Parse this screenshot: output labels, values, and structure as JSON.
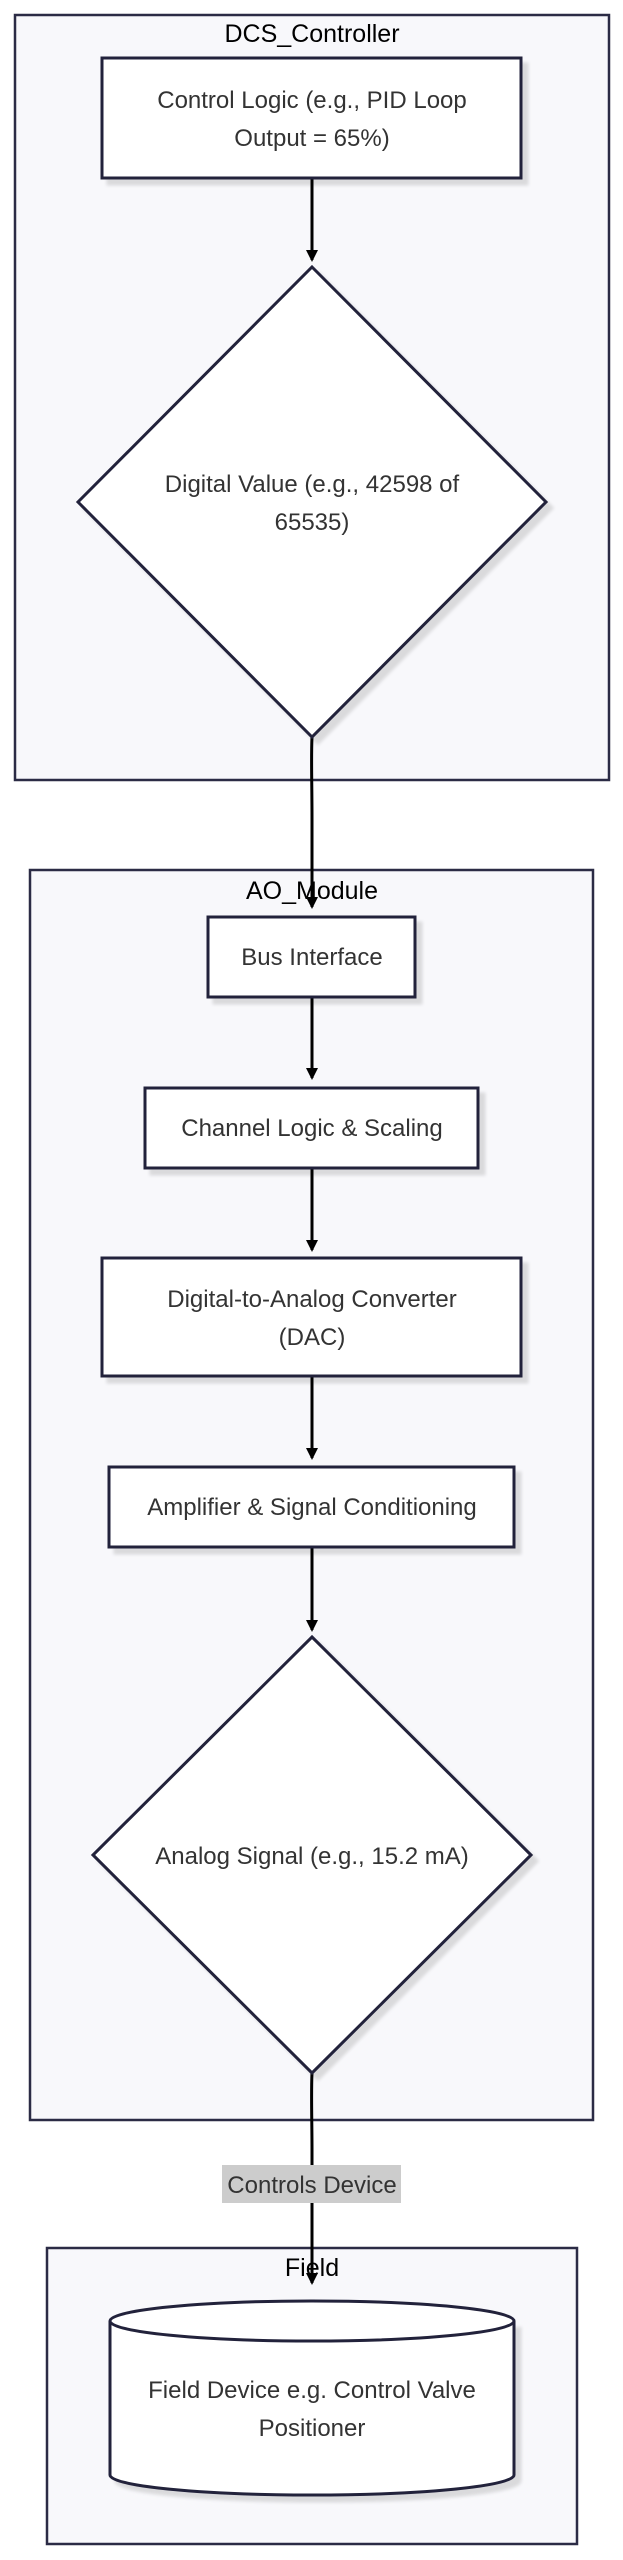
{
  "diagram": {
    "clusters": {
      "dcs": {
        "label": "DCS_Controller"
      },
      "ao": {
        "label": "AO_Module"
      },
      "field": {
        "label": "Field"
      }
    },
    "nodes": {
      "control_logic": {
        "line1": "Control Logic (e.g., PID Loop",
        "line2": "Output = 65%)"
      },
      "digital_value": {
        "line1": "Digital Value (e.g., 42598 of",
        "line2": "65535)"
      },
      "bus_interface": {
        "label": "Bus Interface"
      },
      "channel_logic": {
        "label": "Channel Logic & Scaling"
      },
      "dac": {
        "line1": "Digital-to-Analog Converter",
        "line2": "(DAC)"
      },
      "amplifier": {
        "label": "Amplifier & Signal Conditioning"
      },
      "analog_signal": {
        "label": "Analog Signal (e.g., 15.2 mA)"
      },
      "field_device": {
        "line1": "Field Device e.g. Control Valve",
        "line2": "Positioner"
      }
    },
    "edges": {
      "controls_device": {
        "label": "Controls Device"
      }
    },
    "colors": {
      "cluster_fill": "#f8f8fb",
      "cluster_stroke": "#2b2b45",
      "node_fill": "#ffffff",
      "node_stroke": "#22223b",
      "edge": "#000000",
      "edge_label_bg": "#cccccc",
      "text": "#333333"
    }
  }
}
